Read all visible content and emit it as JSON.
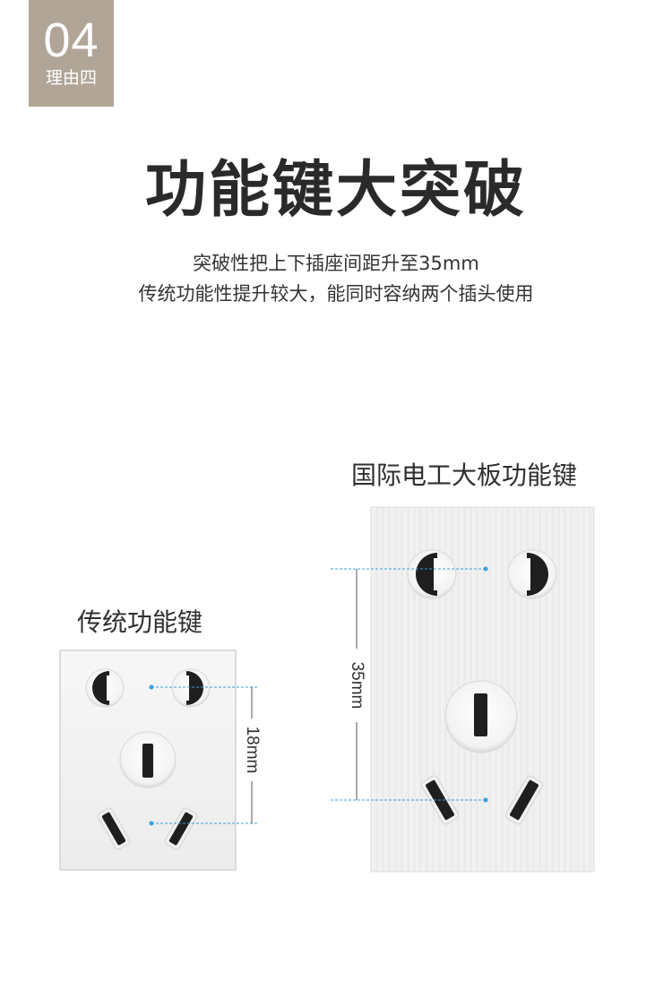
{
  "badge": {
    "number": "04",
    "subtitle": "理由四"
  },
  "title": "功能键大突破",
  "subtitle": {
    "line1": "突破性把上下插座间距升至35mm",
    "line2": "传统功能性提升较大，能同时容纳两个插头使用"
  },
  "large_panel": {
    "label": "国际电工大板功能键",
    "dimension": "35mm"
  },
  "small_panel": {
    "label": "传统功能键",
    "dimension": "18mm"
  },
  "colors": {
    "badge": "#b0a597",
    "measure_line": "#3aa0d8",
    "socket_hole": "#222222"
  }
}
